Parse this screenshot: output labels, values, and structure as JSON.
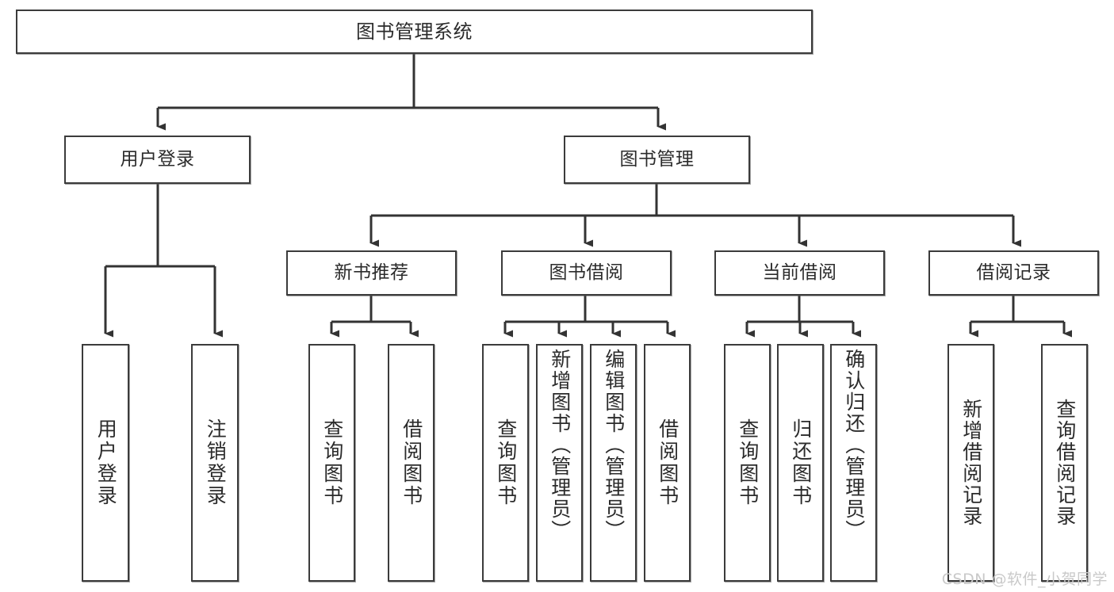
{
  "diagram": {
    "type": "tree-hierarchy",
    "title": "图书管理系统",
    "orientation": "top-down",
    "colors": {
      "node_border": "#3b3b3b",
      "node_fill": "#ffffff",
      "edge": "#333333",
      "text": "#2b2b2b",
      "watermark": "#c9c9c9",
      "background": "#ffffff"
    },
    "root": {
      "label": "图书管理系统"
    },
    "level2": [
      {
        "id": "user-login",
        "label": "用户登录"
      },
      {
        "id": "book-management",
        "label": "图书管理"
      }
    ],
    "level3": [
      {
        "id": "new-book-recommend",
        "label": "新书推荐",
        "parent": "book-management"
      },
      {
        "id": "book-borrow",
        "label": "图书借阅",
        "parent": "book-management"
      },
      {
        "id": "current-borrow",
        "label": "当前借阅",
        "parent": "book-management"
      },
      {
        "id": "borrow-record",
        "label": "借阅记录",
        "parent": "book-management"
      }
    ],
    "leaves": {
      "user_login": [
        {
          "id": "leaf-user-login",
          "label": "用户登录"
        },
        {
          "id": "leaf-user-logout",
          "label": "注销登录"
        }
      ],
      "new_book_recommend": [
        {
          "id": "leaf-query-book-1",
          "label": "查询图书"
        },
        {
          "id": "leaf-borrow-book-1",
          "label": "借阅图书"
        }
      ],
      "book_borrow": [
        {
          "id": "leaf-query-book-2",
          "label": "查询图书"
        },
        {
          "id": "leaf-add-book",
          "label": "新增图书（管理员）"
        },
        {
          "id": "leaf-edit-book",
          "label": "编辑图书（管理员）"
        },
        {
          "id": "leaf-borrow-book-2",
          "label": "借阅图书"
        }
      ],
      "current_borrow": [
        {
          "id": "leaf-query-book-3",
          "label": "查询图书"
        },
        {
          "id": "leaf-return-book",
          "label": "归还图书"
        },
        {
          "id": "leaf-confirm-return",
          "label": "确认归还（管理员）"
        }
      ],
      "borrow_record": [
        {
          "id": "leaf-add-record",
          "label": "新增借阅记录"
        },
        {
          "id": "leaf-query-record",
          "label": "查询借阅记录"
        }
      ]
    }
  },
  "watermark": {
    "text": "CSDN @软件_小贺同学"
  }
}
